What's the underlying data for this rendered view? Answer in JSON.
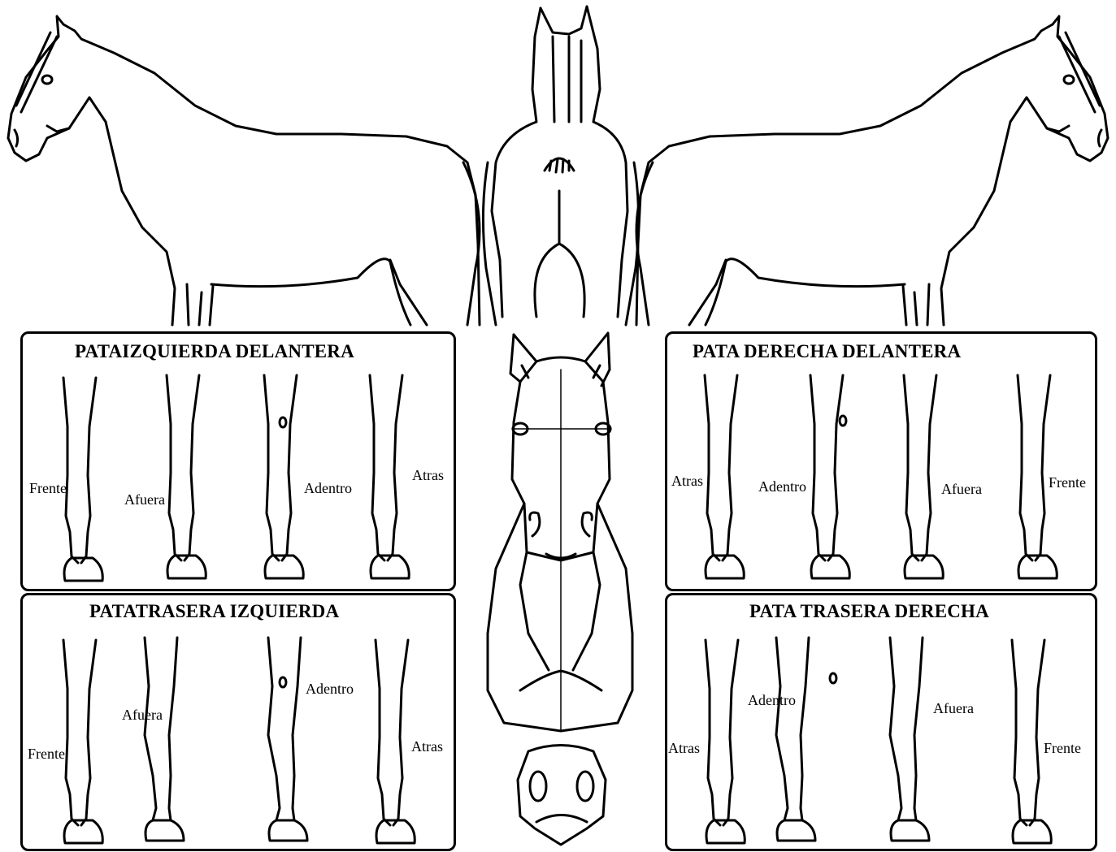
{
  "panels": {
    "left_front": {
      "title": "PATAIZQUIERDA DELANTERA",
      "labels": [
        "Frente",
        "Afuera",
        "Adentro",
        "Atras"
      ]
    },
    "right_front": {
      "title": "PATA DERECHA DELANTERA",
      "labels": [
        "Atras",
        "Adentro",
        "Afuera",
        "Frente"
      ]
    },
    "left_rear": {
      "title": "PATATRASERA IZQUIERDA",
      "labels": [
        "Frente",
        "Afuera",
        "Adentro",
        "Atras"
      ]
    },
    "right_rear": {
      "title": "PATA TRASERA DERECHA",
      "labels": [
        "Atras",
        "Adentro",
        "Afuera",
        "Frente"
      ]
    }
  }
}
